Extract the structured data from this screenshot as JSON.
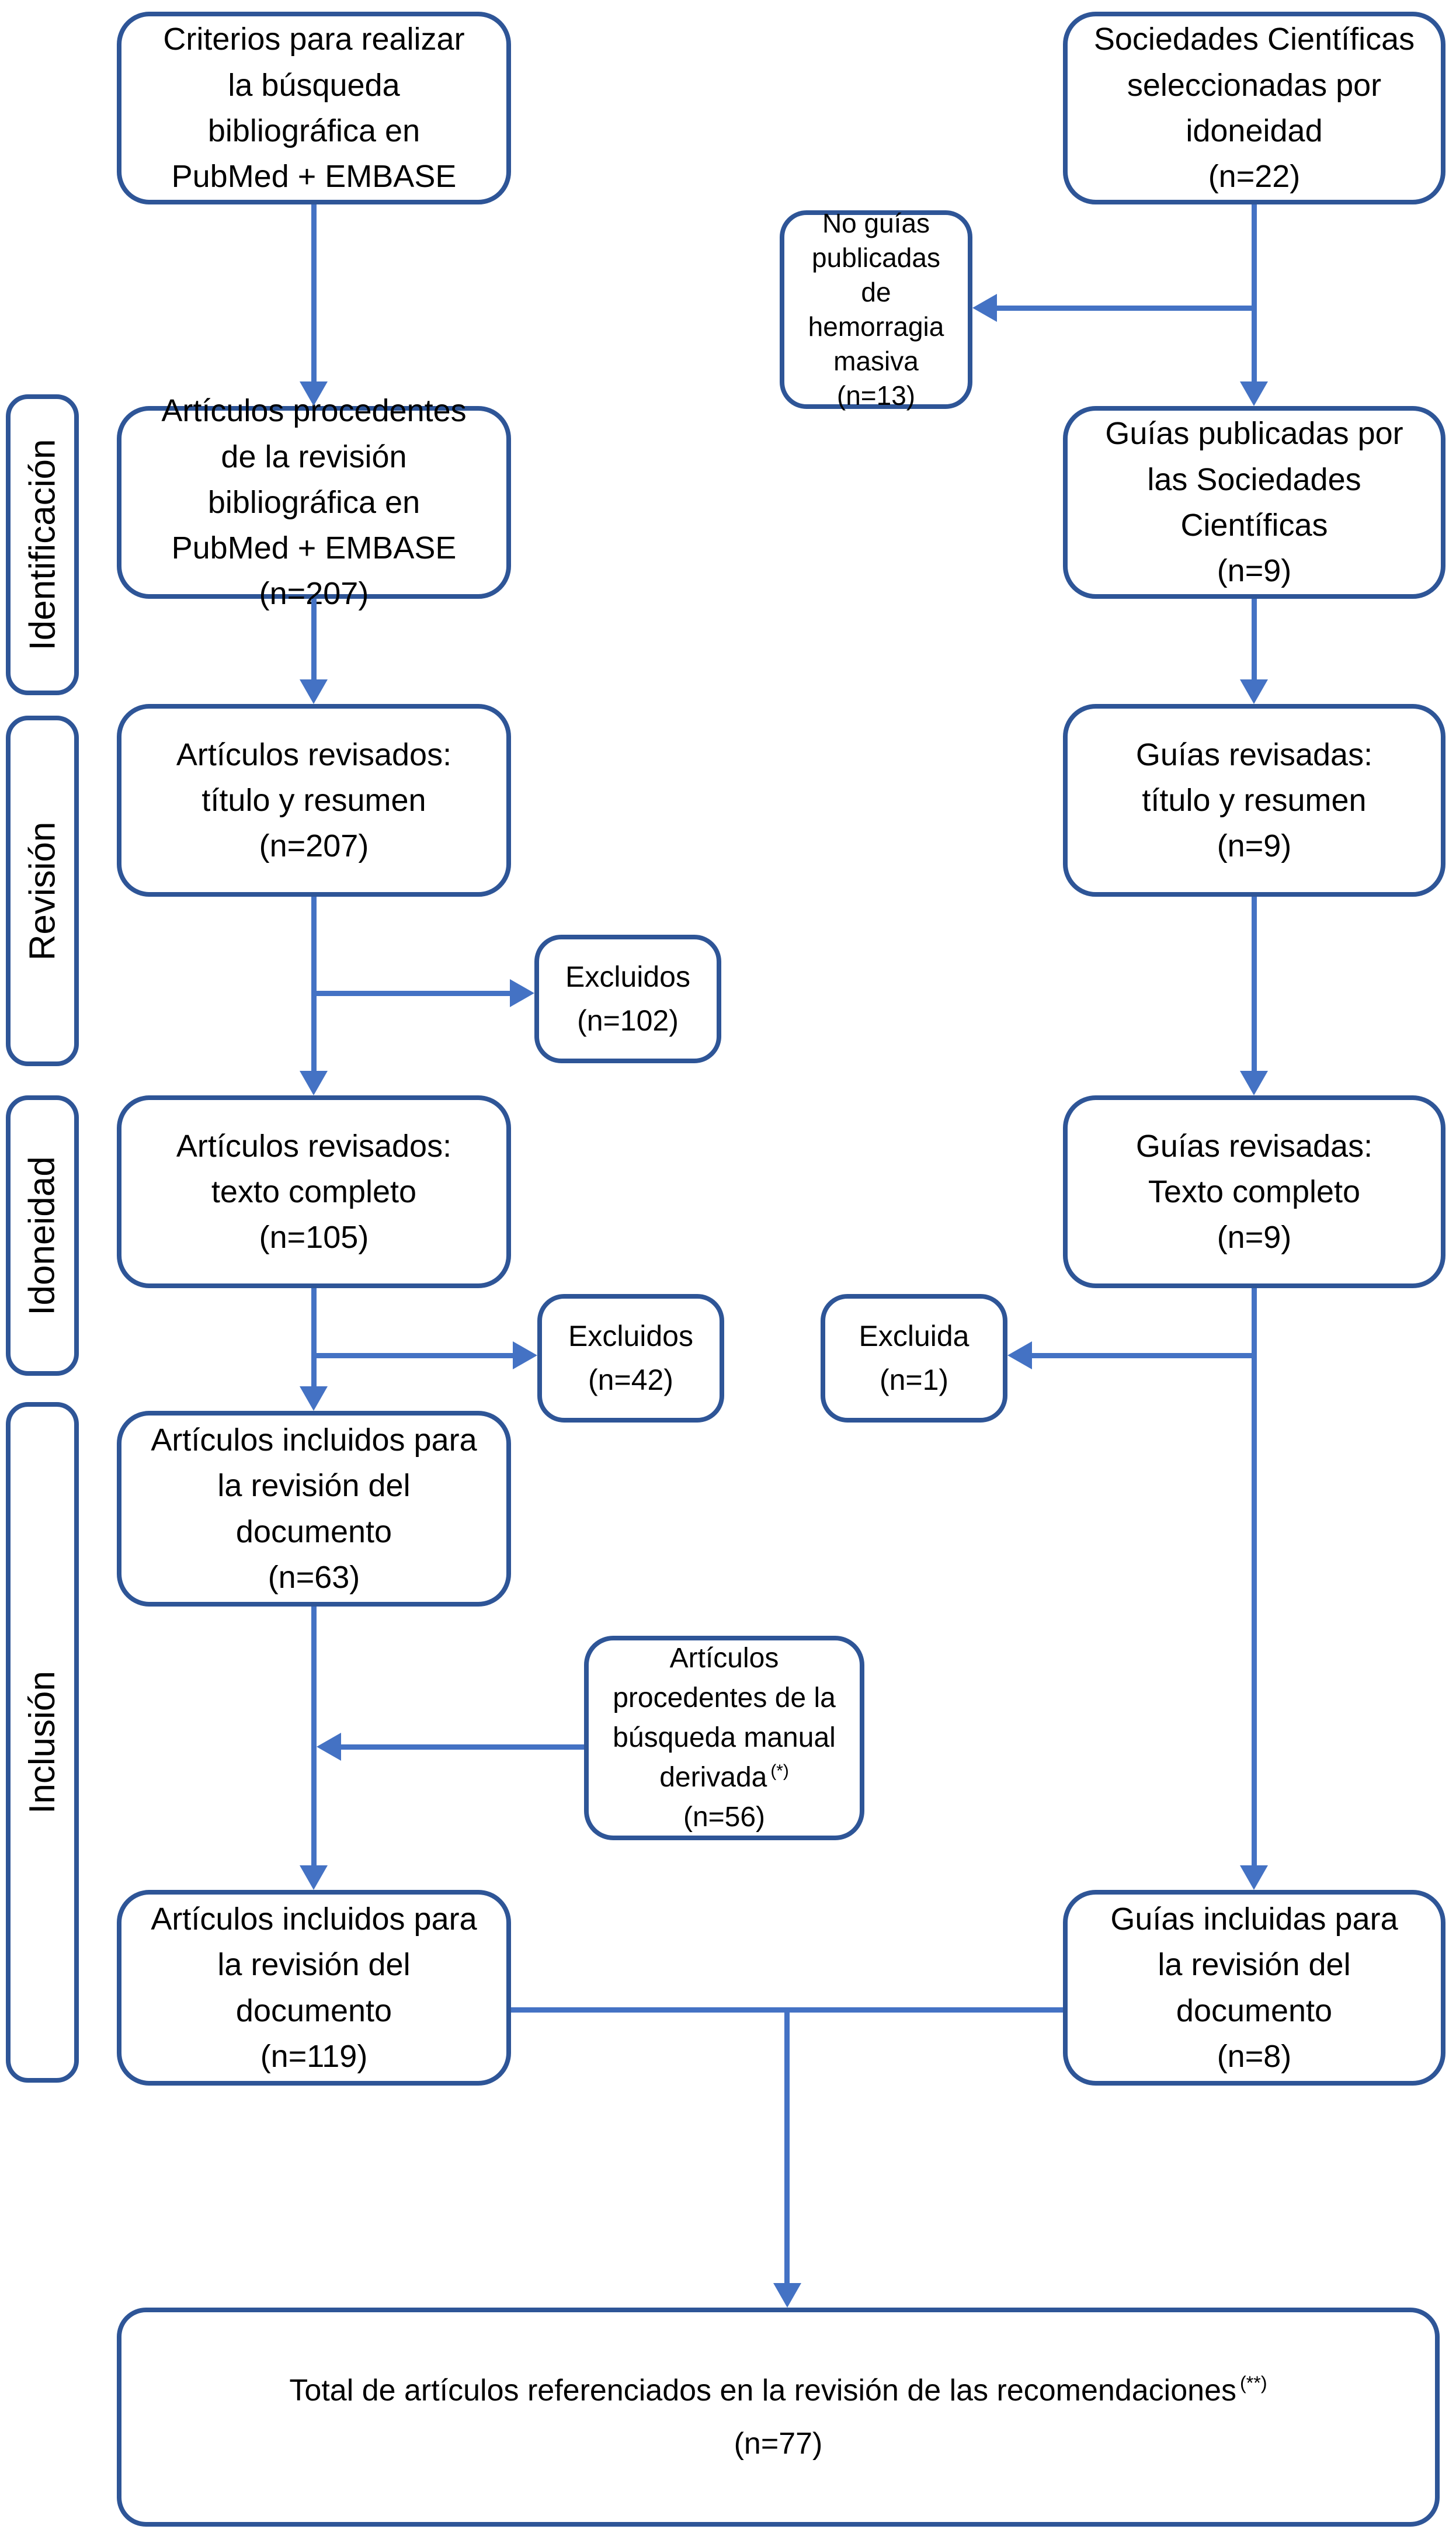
{
  "title": "Diagrama de flujo de selección de artículos y guías",
  "colors": {
    "box_border": "#2e5597",
    "connector": "#4472c4",
    "text": "#000000",
    "background": "#ffffff"
  },
  "stages": [
    {
      "label": "Identificación"
    },
    {
      "label": "Revisión"
    },
    {
      "label": "Idoneidad"
    },
    {
      "label": "Inclusión"
    }
  ],
  "left": {
    "criterios": "Criterios para realizar\nla búsqueda\nbibliográfica en\nPubMed + EMBASE",
    "procedentes": "Artículos procedentes\nde la revisión\nbibliográfica en\nPubMed + EMBASE\n(n=207)",
    "revisados_titulo": "Artículos revisados:\ntítulo y resumen\n(n=207)",
    "revisados_texto": "Artículos revisados:\ntexto completo\n(n=105)",
    "incluidos_63": "Artículos incluidos para\nla revisión del\ndocumento\n(n=63)",
    "incluidos_119": "Artículos incluidos para\nla revisión del\ndocumento\n(n=119)"
  },
  "right": {
    "sociedades": "Sociedades Científicas\nseleccionadas por\nidoneidad\n(n=22)",
    "no_guias": "No guías\npublicadas\nde\nhemorragia\nmasiva\n(n=13)",
    "publicadas": "Guías publicadas por\nlas Sociedades\nCientíficas\n(n=9)",
    "revisadas_titulo": "Guías revisadas:\ntítulo y resumen\n(n=9)",
    "revisadas_texto": "Guías revisadas:\nTexto completo\n(n=9)",
    "incluidas_8": "Guías incluidas para\nla revisión del\ndocumento\n(n=8)"
  },
  "middle": {
    "excluidos_102": "Excluidos\n(n=102)",
    "excluidos_42": "Excluidos\n(n=42)",
    "excluida_1": "Excluida\n(n=1)",
    "manual_text": "Artículos\nprocedentes de la\nbúsqueda manual\nderivada",
    "manual_sup": "(*)",
    "manual_n": "(n=56)"
  },
  "total": {
    "line1": "Total de artículos referenciados en la revisión de las recomendaciones",
    "sup": "(**)",
    "line2": "(n=77)"
  }
}
